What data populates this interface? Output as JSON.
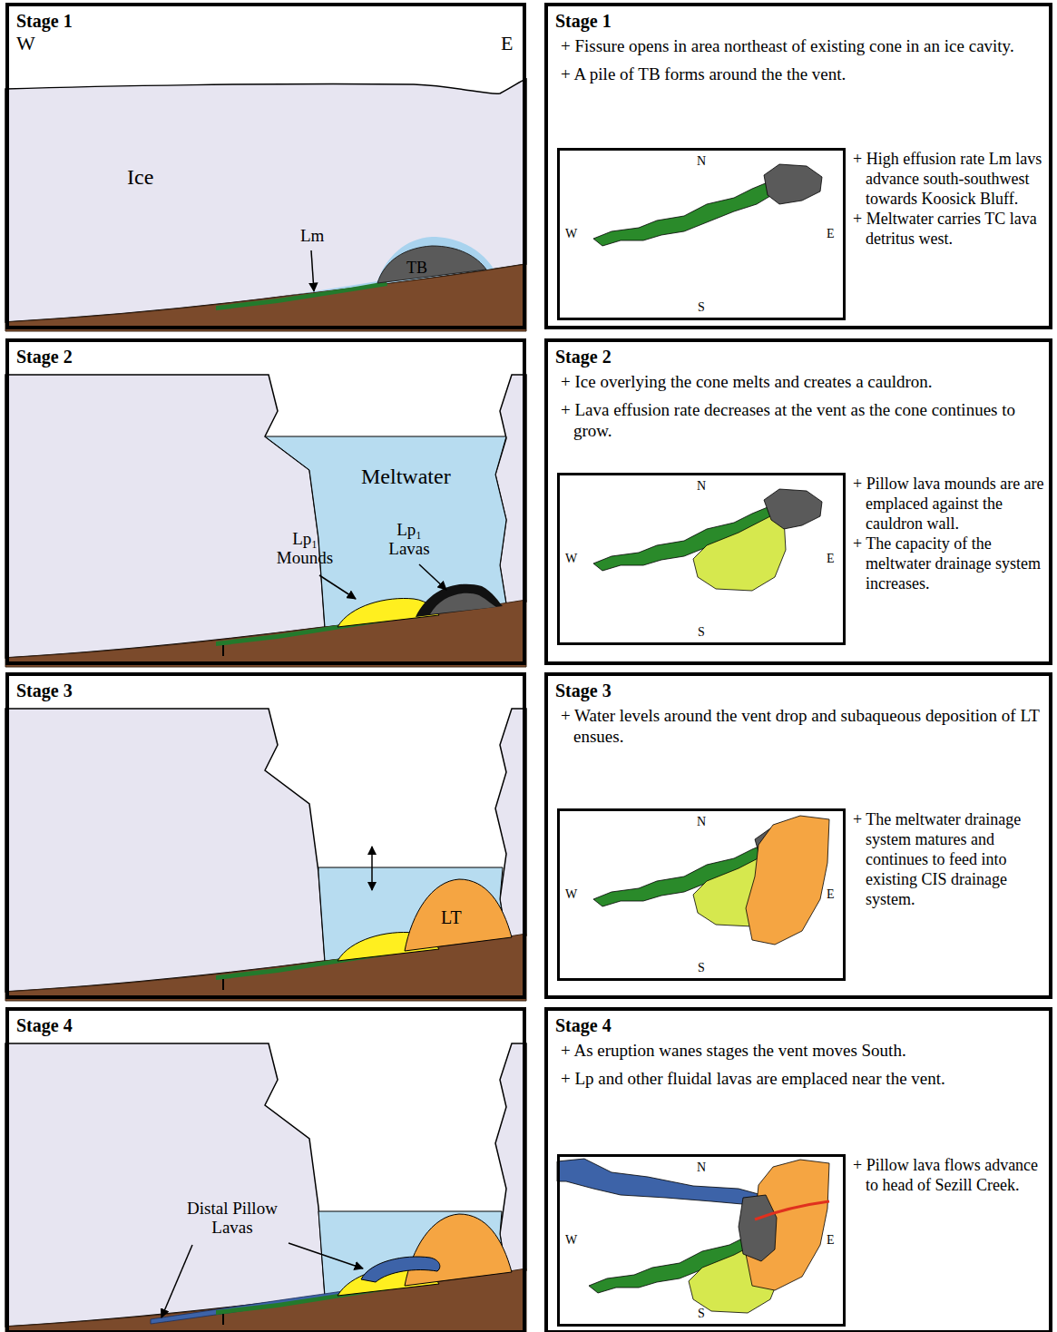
{
  "diagram": {
    "nodes": [
      {
        "text": [
          "Stage 1",
          "W",
          "E"
        ]
      },
      {
        "text": [
          "Stage 1",
          "+ Fissure opens in area northeast of existing cone in an ice cavity.",
          "+ A pile of TB forms around the the vent.",
          "+ High effusion rate Lm lavs advance south-southwest towards Koosick Bluff.",
          "+ Meltwater carries TC lava detritus west."
        ]
      },
      {
        "text": [
          "N",
          "W",
          "E",
          "S"
        ],
        "in": 1
      },
      {
        "text": [
          "Stage 2"
        ]
      },
      {
        "text": [
          "Stage 2",
          "+ Ice overlying the cone melts and creates a cauldron.",
          "+ Lava effusion rate decreases at the vent as the cone continues to grow.",
          "+ Pillow lava mounds are are emplaced against the cauldron wall.",
          "+ The capacity of the meltwater drainage system increases."
        ]
      },
      {
        "text": [
          "N",
          "W",
          "E",
          "S"
        ],
        "in": 4
      },
      {
        "text": [
          "Stage 3"
        ]
      },
      {
        "text": [
          "Stage 3",
          "+ Water levels around the vent drop and subaqueous deposition of LT ensues.",
          "+ The meltwater drainage system matures and continues to feed into existing CIS drainage system."
        ]
      },
      {
        "text": [
          "N",
          "W",
          "E",
          "S"
        ],
        "in": 7
      },
      {
        "text": [
          "Stage 4"
        ]
      },
      {
        "text": [
          "Stage 4",
          "+ As eruption wanes stages the vent moves South.",
          "+ Lp and other fluidal lavas are emplaced near the vent.",
          "+ Pillow lava flows advance to head of Sezill Creek."
        ]
      },
      {
        "text": [
          "N",
          "W",
          "E",
          "S"
        ],
        "in": 10
      }
    ],
    "labels": [
      "Ice",
      "Lm",
      "TB",
      "Meltwater",
      "Lp₁ Mounds",
      "Lp₁ Lavas",
      "LT",
      "Distal Pillow Lavas"
    ]
  }
}
